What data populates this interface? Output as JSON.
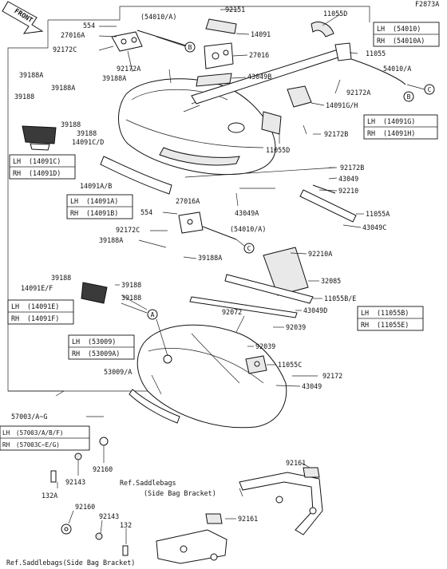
{
  "diagram_code": "F2873A",
  "front_label": "FRONT",
  "labels": {
    "p92151": "92151",
    "p11055D_top": "11055D",
    "p554_top": "554",
    "p54010A_top": "(54010/A)",
    "p27016A_top": "27016A",
    "p14091": "14091",
    "p92172C_top": "92172C",
    "p11055": "11055",
    "p27016": "27016",
    "p54010A_right": "54010/A",
    "p39188A_1": "39188A",
    "p92172A_top": "92172A",
    "p39188A_2": "39188A",
    "p43049B": "43049B",
    "p39188A_3": "39188A",
    "p92172A_right": "92172A",
    "p39188_1": "39188",
    "p14091GH": "14091G/H",
    "p39188_2": "39188",
    "p39188_3": "39188",
    "p92172B_top": "92172B",
    "p14091CD": "14091C/D",
    "p11055D_mid": "11055D",
    "p92172B_mid": "92172B",
    "p43049_a": "43049",
    "p92210": "92210",
    "p14091AB": "14091A/B",
    "p27016A_mid": "27016A",
    "p11055A": "11055A",
    "p43049A": "43049A",
    "p554_mid": "554",
    "p43049C": "43049C",
    "p92172C_mid": "92172C",
    "p54010A_mid": "(54010/A)",
    "p39188A_4": "39188A",
    "p39188A_5": "39188A",
    "p92210A": "92210A",
    "p39188_4": "39188",
    "p32085": "32085",
    "p14091EF": "14091E/F",
    "p39188_5": "39188",
    "p11055BE": "11055B/E",
    "p39188_6": "39188",
    "p43049D": "43049D",
    "p92072": "92072",
    "p92039_a": "92039",
    "p92039_b": "92039",
    "p11055C": "11055C",
    "p53009A": "53009/A",
    "p92172": "92172",
    "p43049_b": "43049",
    "p57003AG": "57003/A~G",
    "p92160_a": "92160",
    "p92143_a": "92143",
    "p132A": "132A",
    "p92161_a": "92161",
    "p92160_b": "92160",
    "p92143_b": "92143",
    "p132": "132",
    "p92161_b": "92161"
  },
  "ref_notes": {
    "saddlebags_mid_l1": "Ref.Saddlebags",
    "saddlebags_mid_l2": "(Side Bag Bracket)",
    "saddlebags_bottom": "Ref.Saddlebags(Side Bag Bracket)"
  },
  "callouts": [
    "A",
    "B",
    "C"
  ],
  "lh_rh_tables": [
    {
      "lh": "(54010)",
      "rh": "(54010A)"
    },
    {
      "lh": "(14091G)",
      "rh": "(14091H)"
    },
    {
      "lh": "(14091C)",
      "rh": "(14091D)"
    },
    {
      "lh": "(14091A)",
      "rh": "(14091B)"
    },
    {
      "lh": "(14091E)",
      "rh": "(14091F)"
    },
    {
      "lh": "(11055B)",
      "rh": "(11055E)"
    },
    {
      "lh": "(53009)",
      "rh": "(53009A)"
    },
    {
      "lh": "(57003/A/B/F)",
      "rh": "(57003C~E/G)"
    }
  ],
  "side_tags": {
    "lh": "LH",
    "rh": "RH"
  }
}
